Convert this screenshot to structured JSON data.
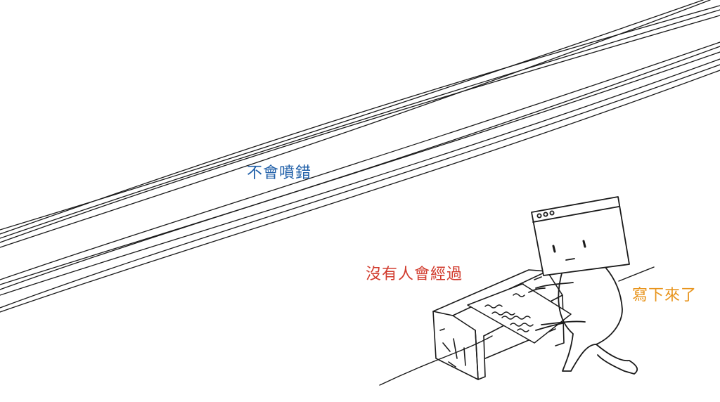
{
  "captions": {
    "blue": "不會噴錯",
    "red": "沒有人會經過",
    "orange": "寫下來了"
  },
  "colors": {
    "blue": "#1f5fa8",
    "red": "#d13a2c",
    "orange": "#e8951e",
    "ink": "#1a1a1a",
    "background": "#ffffff"
  },
  "illustration": {
    "elements": [
      "tangled-wires",
      "floor-line",
      "wooden-bench",
      "browser-character",
      "paper-note"
    ]
  }
}
